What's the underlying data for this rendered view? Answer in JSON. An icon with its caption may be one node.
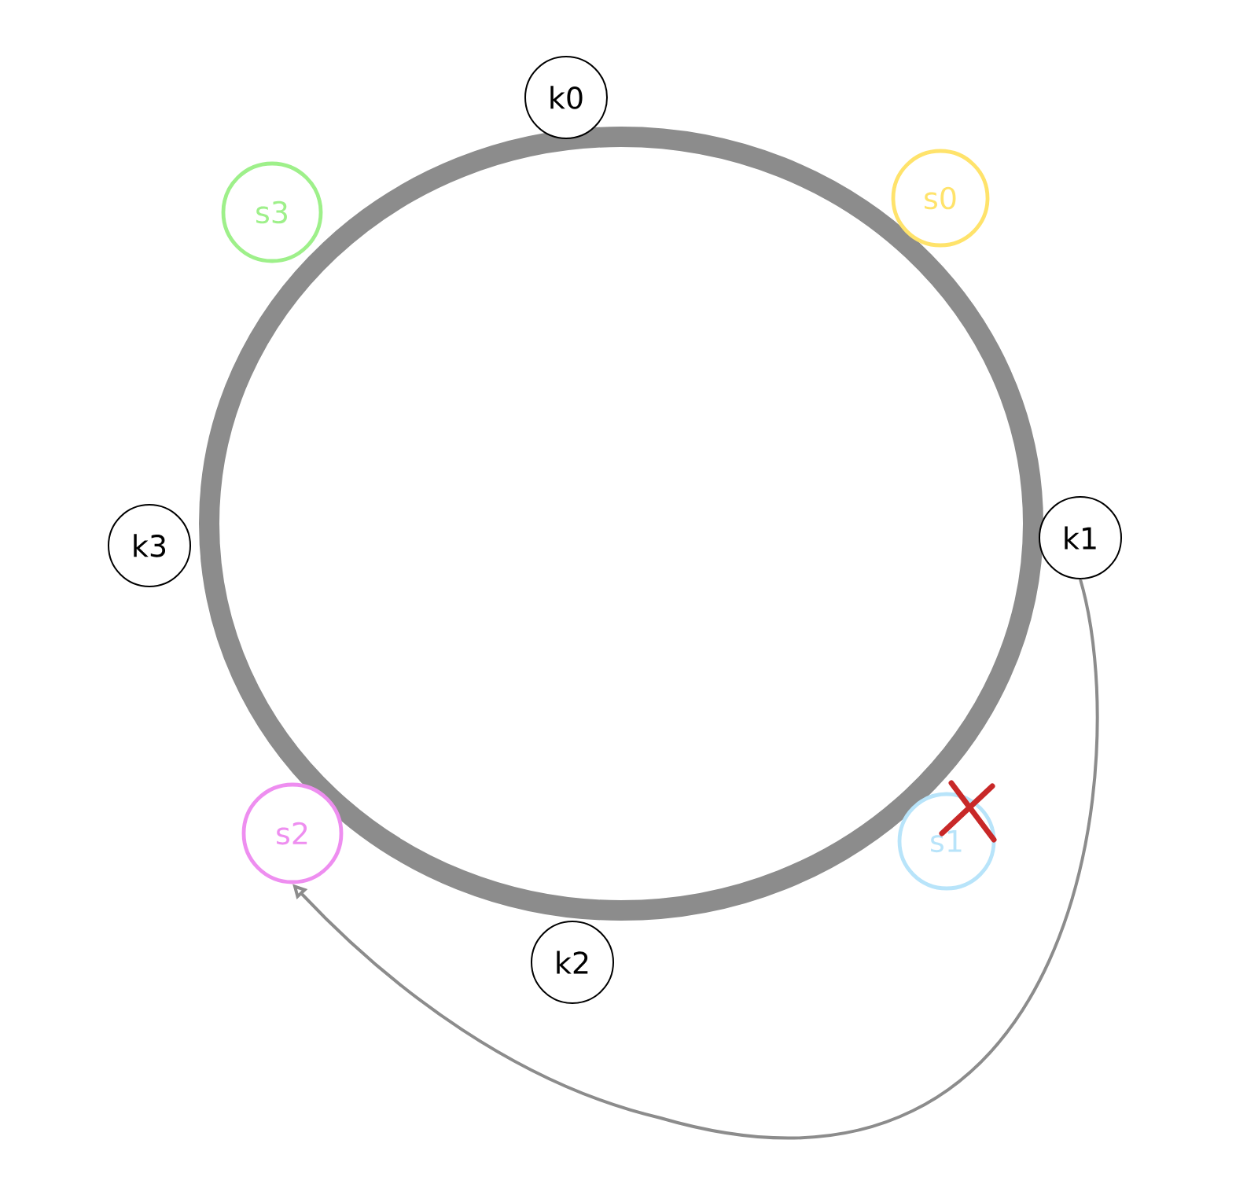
{
  "diagram": {
    "nodes": [
      {
        "text": [
          "k0"
        ]
      },
      {
        "text": [
          "s0"
        ]
      },
      {
        "text": [
          "k1"
        ]
      },
      {
        "text": [
          "s1"
        ]
      },
      {
        "text": [
          "k2"
        ]
      },
      {
        "text": [
          "s2"
        ]
      },
      {
        "text": [
          "k3"
        ]
      },
      {
        "text": [
          "s3"
        ]
      }
    ],
    "edges": [
      {
        "from": 2,
        "to": 5,
        "arrow": "to",
        "color": "#8c8c8c"
      }
    ]
  }
}
